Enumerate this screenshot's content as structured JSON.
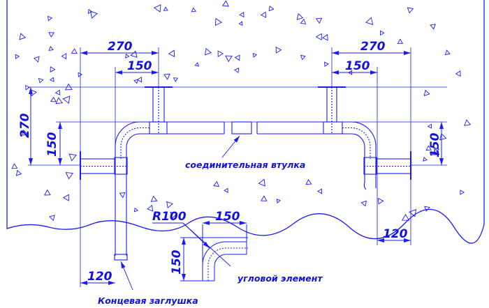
{
  "colors": {
    "line": "#1a1aff",
    "text": "#1010e0",
    "background": "#ffffff"
  },
  "dimensions": {
    "left_top_270": "270",
    "left_top_150": "150",
    "left_vert_270": "270",
    "left_vert_150": "150",
    "left_bottom_120": "120",
    "right_top_270": "270",
    "right_top_150": "150",
    "right_vert_150": "150",
    "right_bottom_120": "120",
    "elbow_radius": "R100",
    "elbow_width_150": "150",
    "elbow_height_150": "150"
  },
  "labels": {
    "coupling": "соединительная втулка",
    "elbow": "угловой элемент",
    "end_cap": "Концевая заглушка"
  }
}
